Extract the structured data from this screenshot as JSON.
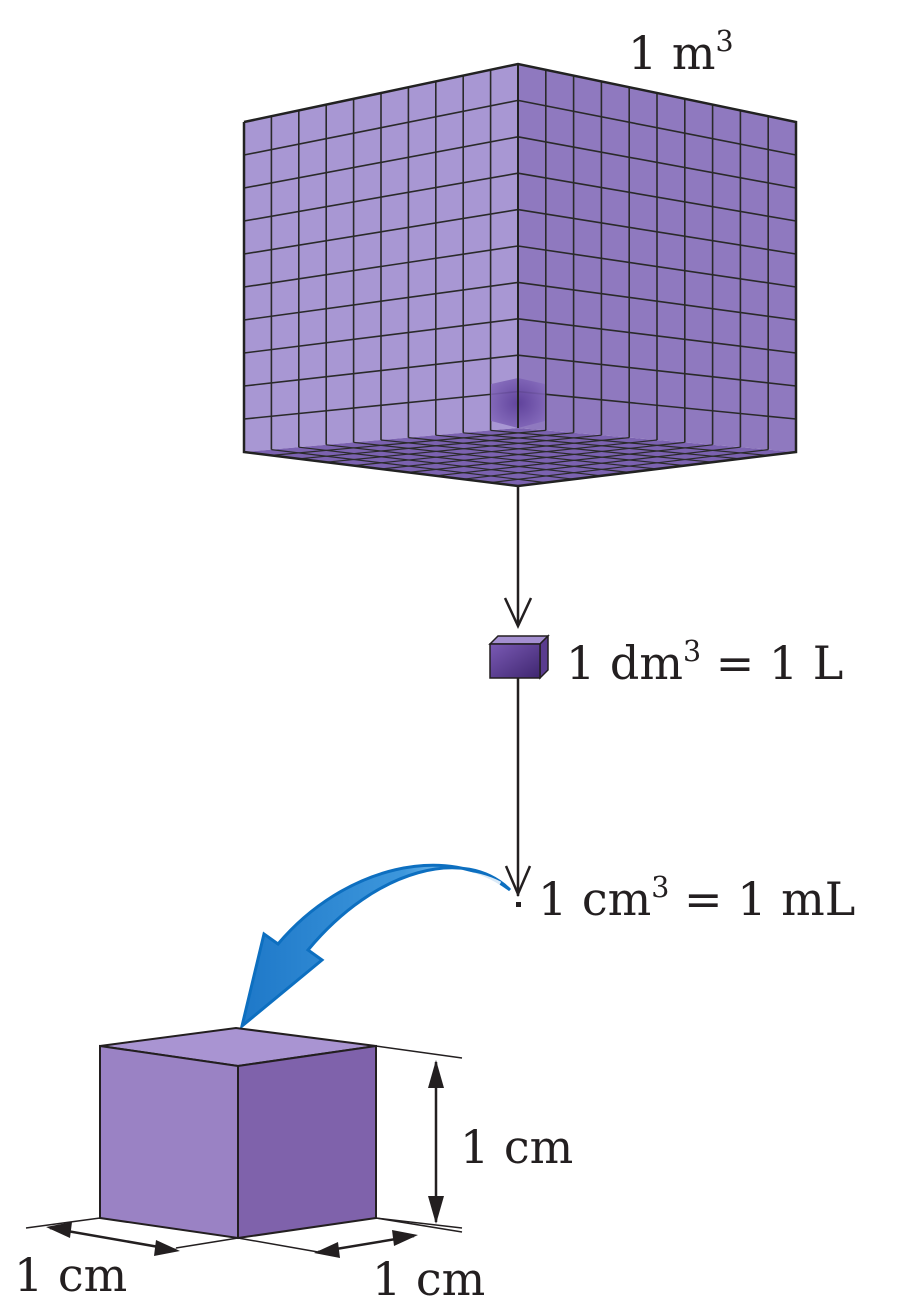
{
  "labels": {
    "cubic_meter": {
      "value": "1 m",
      "exponent": "3"
    },
    "cubic_decimeter": {
      "value": "1 dm",
      "exponent": "3",
      "equals": " = 1 L"
    },
    "cubic_centimeter": {
      "value": "1 cm",
      "exponent": "3",
      "equals": " = 1 mL"
    },
    "dimension_height": "1 cm",
    "dimension_left": "1 cm",
    "dimension_right": "1 cm"
  },
  "colors": {
    "cube_face_left": "#a897d3",
    "cube_face_right": "#8f79bf",
    "cube_bottom": "#7b62b0",
    "grid_line": "#2a2a2a",
    "small_cube_front": "#6e4fa6",
    "small_cube_top": "#a48fd0",
    "small_cube_side": "#5a3c8f",
    "cm_cube_front": "#9a82c4",
    "cm_cube_side": "#7f62ab",
    "cm_cube_top": "#a994d2",
    "curved_arrow": "#1f7fd0",
    "curved_arrow_light": "#9fcdf0",
    "line": "#231f20"
  }
}
